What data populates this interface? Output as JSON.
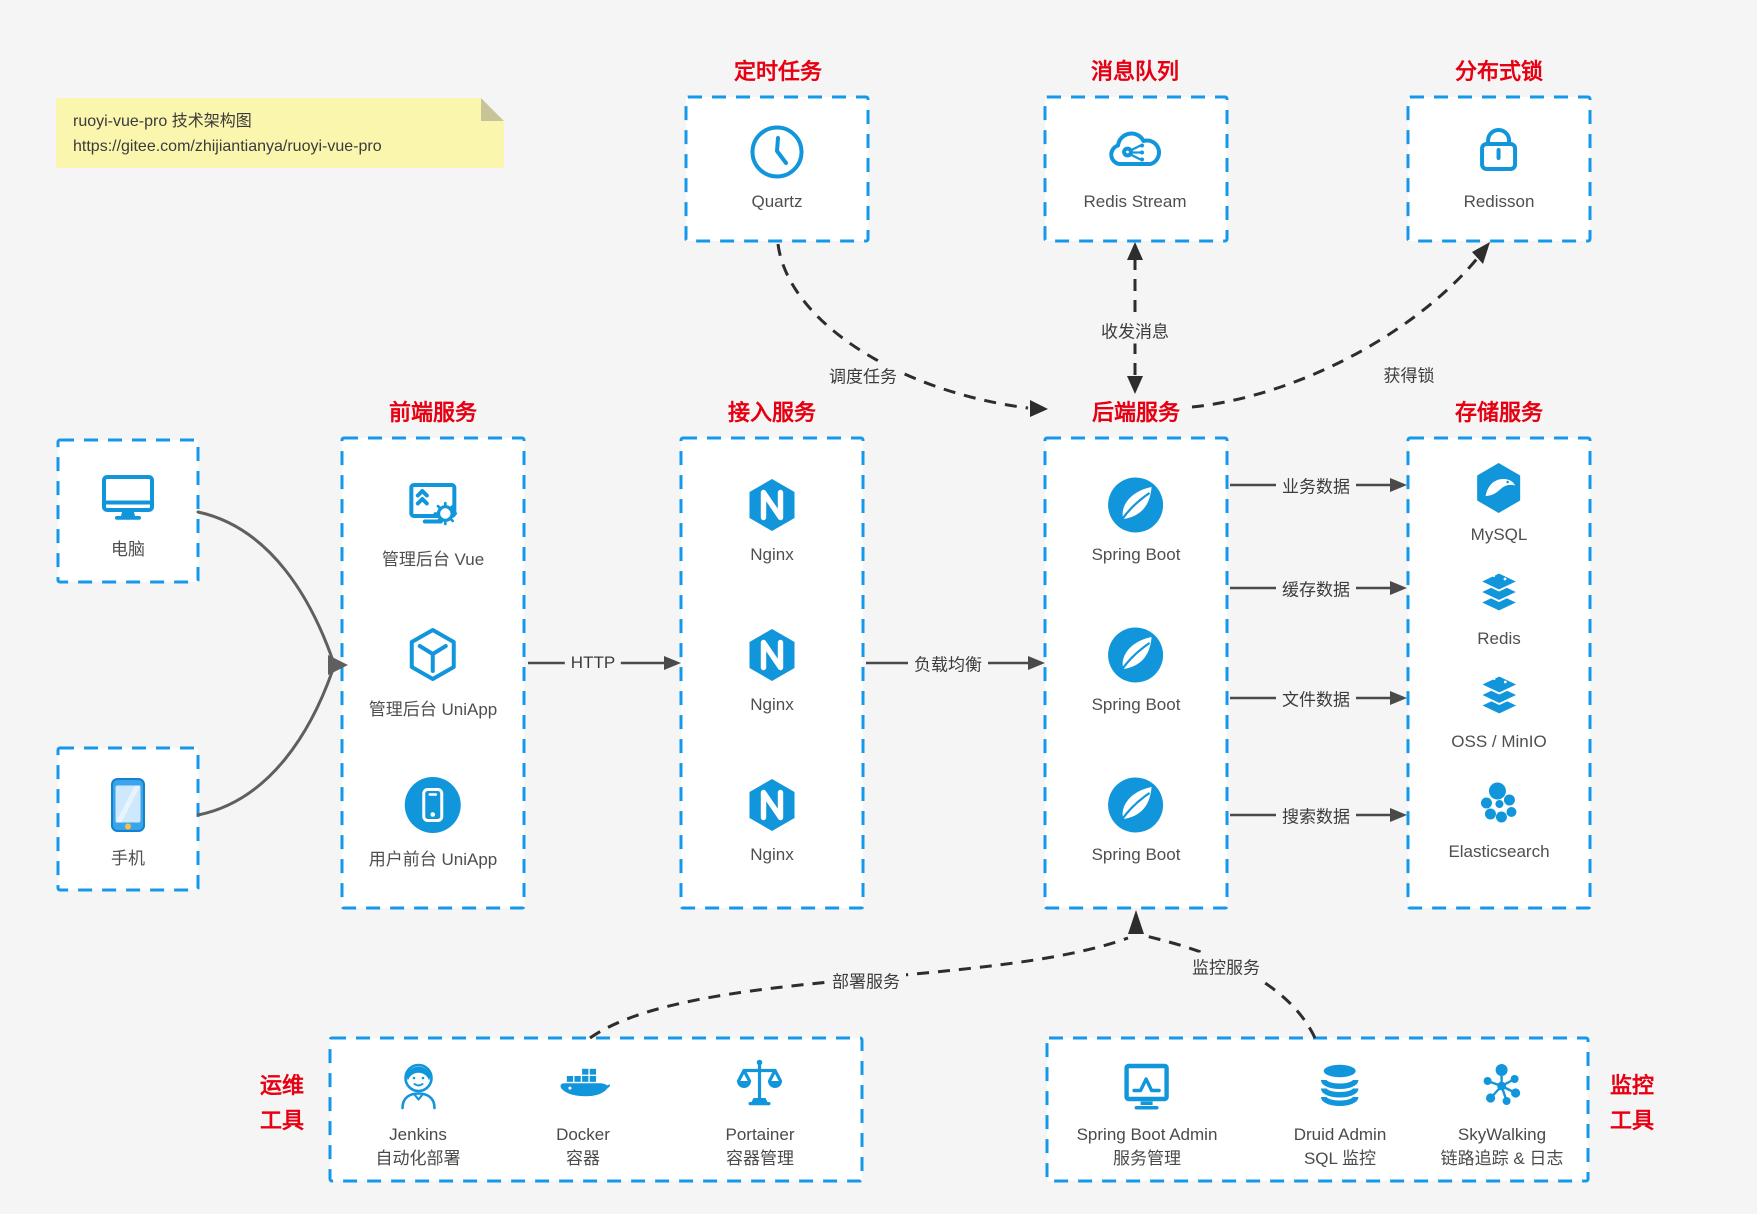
{
  "colors": {
    "blue": "#1296db",
    "border_blue": "#1598ea",
    "red": "#e60012",
    "bg": "#f5f5f6",
    "note_yellow": "#fbf6ae"
  },
  "note": {
    "line1": "ruoyi-vue-pro 技术架构图",
    "line2": "https://gitee.com/zhijiantianya/ruoyi-vue-pro"
  },
  "top": [
    {
      "title": "定时任务",
      "label": "Quartz",
      "icon": "clock-icon"
    },
    {
      "title": "消息队列",
      "label": "Redis Stream",
      "icon": "cloud-share-icon"
    },
    {
      "title": "分布式锁",
      "label": "Redisson",
      "icon": "lock-icon"
    }
  ],
  "clients": [
    {
      "label": "电脑",
      "icon": "desktop-icon"
    },
    {
      "label": "手机",
      "icon": "smartphone-icon"
    }
  ],
  "columns": [
    {
      "title": "前端服务",
      "nodes": [
        "管理后台 Vue",
        "管理后台 UniApp",
        "用户前台 UniApp"
      ]
    },
    {
      "title": "接入服务",
      "nodes": [
        "Nginx",
        "Nginx",
        "Nginx"
      ]
    },
    {
      "title": "后端服务",
      "nodes": [
        "Spring Boot",
        "Spring Boot",
        "Spring Boot"
      ]
    },
    {
      "title": "存储服务",
      "nodes": [
        "MySQL",
        "Redis",
        "OSS / MinIO",
        "Elasticsearch"
      ]
    }
  ],
  "edges": {
    "http": "HTTP",
    "load_balance": "负载均衡",
    "business": "业务数据",
    "cache": "缓存数据",
    "file": "文件数据",
    "search": "搜索数据",
    "schedule": "调度任务",
    "message": "收发消息",
    "lock": "获得锁",
    "deploy": "部署服务",
    "monitor": "监控服务"
  },
  "ops": {
    "side1": "运维",
    "side2": "工具",
    "items": [
      {
        "name": "Jenkins",
        "desc": "自动化部署",
        "icon": "jenkins-icon"
      },
      {
        "name": "Docker",
        "desc": "容器",
        "icon": "docker-icon"
      },
      {
        "name": "Portainer",
        "desc": "容器管理",
        "icon": "portainer-icon"
      }
    ]
  },
  "monitoring": {
    "side1": "监控",
    "side2": "工具",
    "items": [
      {
        "name": "Spring Boot Admin",
        "desc": "服务管理",
        "icon": "monitor-chart-icon"
      },
      {
        "name": "Druid Admin",
        "desc": "SQL 监控",
        "icon": "database-icon"
      },
      {
        "name": "SkyWalking",
        "desc": "链路追踪 & 日志",
        "icon": "topology-icon"
      }
    ]
  }
}
